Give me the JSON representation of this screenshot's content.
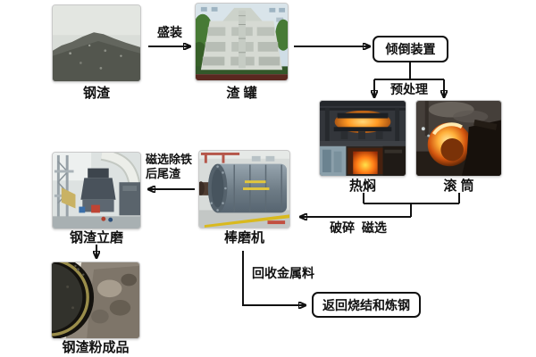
{
  "flow": {
    "captions": {
      "slag": "钢渣",
      "pot": "渣 罐",
      "braising": "热焖",
      "drum": "滚 筒",
      "rod_mill": "棒磨机",
      "vertical_mill": "钢渣立磨",
      "powder": "钢渣粉成品"
    },
    "boxes": {
      "dump_device": "倾倒装置",
      "return_to_steelmaking": "返回烧结和炼钢"
    },
    "edge_labels": {
      "loading": "盛装",
      "pretreatment": "预处理",
      "crushing_magnetic": "破碎  磁选",
      "magnetic_tail_line1": "磁选除铁",
      "magnetic_tail_line2": "后尾渣",
      "recovered_metal": "回收金属料"
    },
    "colors": {
      "line": "#111111",
      "text": "#111111",
      "background": "#ffffff"
    }
  }
}
